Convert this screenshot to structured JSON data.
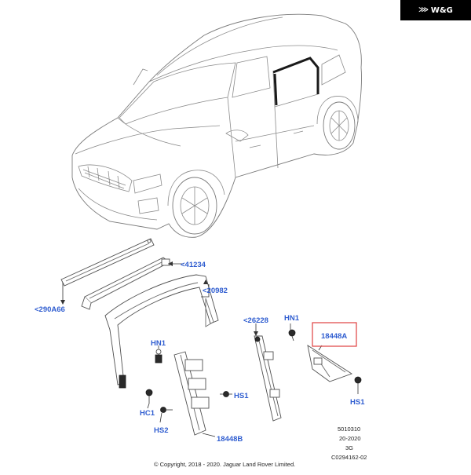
{
  "brand": {
    "text": "W&G",
    "logo_icon": "wings-logo-icon"
  },
  "callouts": {
    "c290A66": "<290A66",
    "c41234": "<41234",
    "c20982": "<20982",
    "c26228": "<26228",
    "hn1_left": "HN1",
    "hn1_right": "HN1",
    "highlighted_part": "18448A",
    "hc1": "HC1",
    "hs2": "HS2",
    "hs1_mid": "HS1",
    "hs1_right": "HS1",
    "part_18448B": "18448B"
  },
  "highlight_color": "#e04040",
  "label_color": "#2f5dd0",
  "metadata": {
    "line1": "5010310",
    "line2": "20-2020",
    "line3": "3G",
    "line4": "C0294162-02"
  },
  "copyright": "© Copyright, 2018 - 2020. Jaguar Land Rover Limited."
}
